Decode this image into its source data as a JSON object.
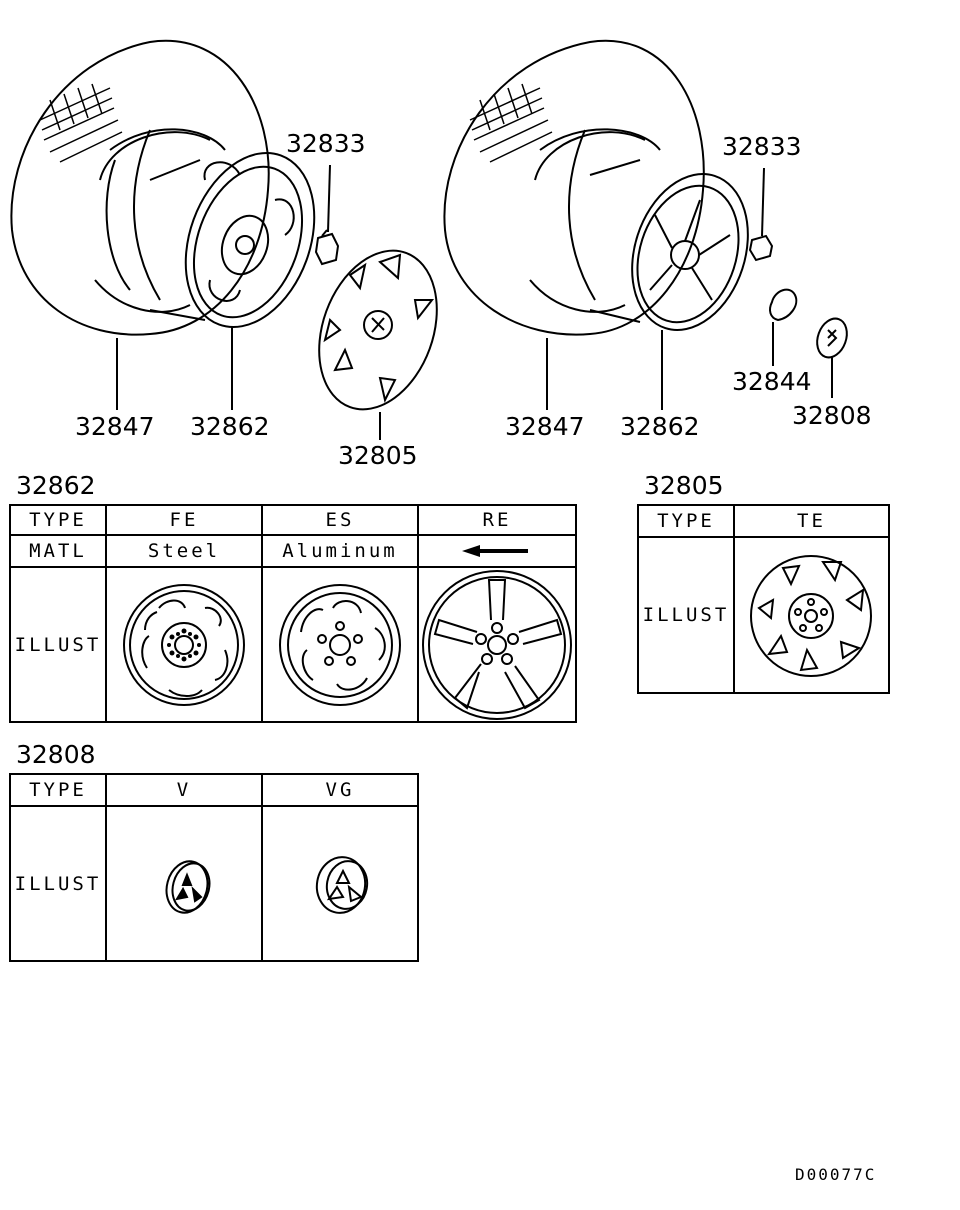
{
  "diagram_id": "D00077C",
  "callouts": {
    "left_tire": "32847",
    "left_wheel": "32862",
    "left_nut": "32833",
    "hub_cover": "32805",
    "right_tire": "32847",
    "right_wheel": "32862",
    "right_nut": "32833",
    "right_clip": "32844",
    "right_cap": "32808"
  },
  "table_32862": {
    "title": "32862",
    "header": [
      "TYPE",
      "FE",
      "ES",
      "RE"
    ],
    "matl_row": [
      "MATL",
      "Steel",
      "Aluminum",
      ""
    ],
    "illust_label": "ILLUST",
    "arrow_icon": "left-arrow-icon"
  },
  "table_32805": {
    "title": "32805",
    "header": [
      "TYPE",
      "TE"
    ],
    "illust_label": "ILLUST"
  },
  "table_32808": {
    "title": "32808",
    "header": [
      "TYPE",
      "V",
      "VG"
    ],
    "illust_label": "ILLUST"
  }
}
